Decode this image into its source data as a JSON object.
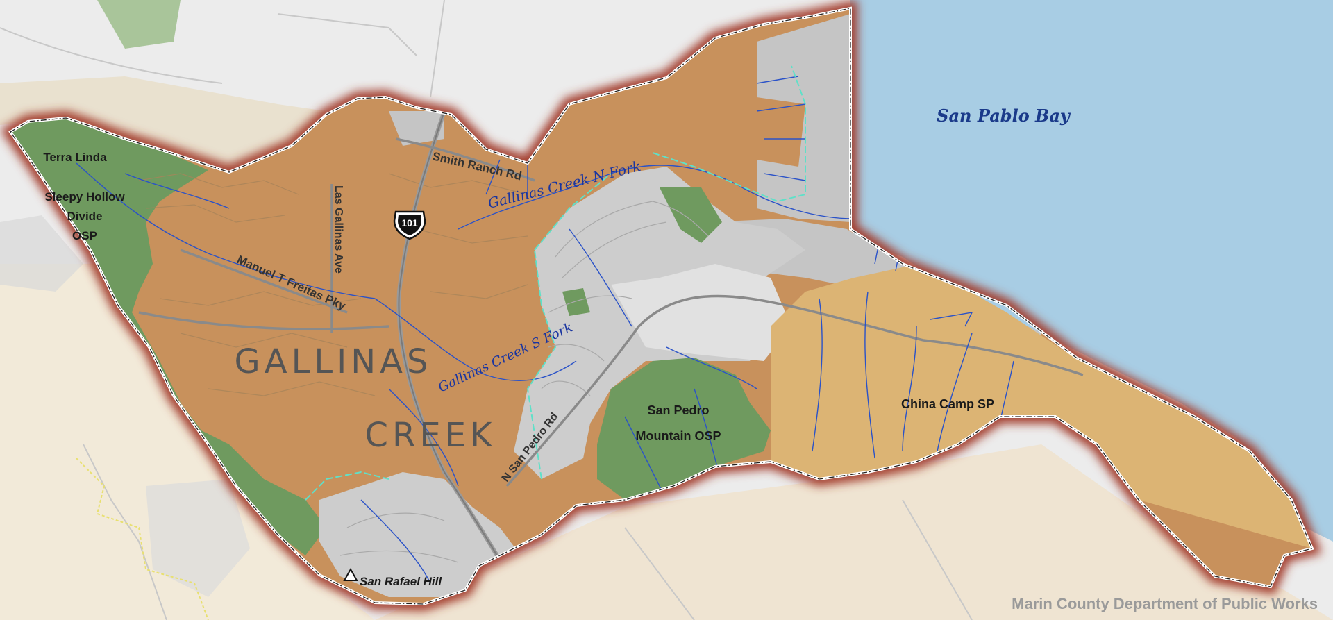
{
  "labels": {
    "water_body": "San Pablo Bay",
    "watershed_line1": "GALLINAS",
    "watershed_line2": "CREEK",
    "place_terra_linda": "Terra Linda",
    "osp_sleepy_1": "Sleepy Hollow",
    "osp_sleepy_2": "Divide",
    "osp_sleepy_3": "OSP",
    "osp_sanpedro_1": "San Pedro",
    "osp_sanpedro_2": "Mountain OSP",
    "china_camp": "China Camp SP",
    "peak": "San Rafael Hill",
    "highway_shield": "101"
  },
  "roads": {
    "smith_ranch": "Smith Ranch Rd",
    "las_gallinas": "Las Gallinas Ave",
    "manuel_freitas": "Manuel T Freitas Pky",
    "n_san_pedro": "N San Pedro Rd"
  },
  "creeks": {
    "n_fork": "Gallinas  Creek N Fork",
    "s_fork": "Gallinas Creek  S Fork"
  },
  "credit": {
    "line1": "Marin County Department of Public Works"
  },
  "colors": {
    "bay": "#a8cde4",
    "watershed_fill": "#c8915c",
    "open_space": "#6f9a5f",
    "china_camp_fill": "#dcb474",
    "urban": "#c9c9c9",
    "boundary_glow": "#a23a2c",
    "creek_line": "#2a52c8",
    "outside_land": "#ede4d6"
  }
}
